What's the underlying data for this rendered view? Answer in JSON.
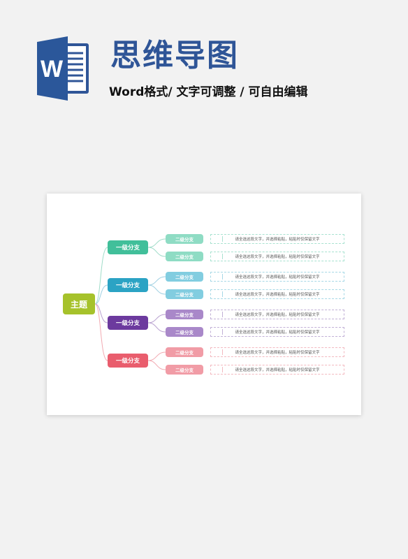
{
  "header": {
    "title": "思维导图",
    "subtitle": "Word格式/ 文字可调整 / 可自由编辑",
    "logo_letter": "W"
  },
  "colors": {
    "brand": "#2f5597",
    "root": "#a6c22b",
    "branch_green": "#41bf9a",
    "branch_teal": "#2ba3c4",
    "branch_purple": "#6c3a9e",
    "branch_red": "#e95d6d"
  },
  "mindmap": {
    "root_label": "主题",
    "branches": [
      {
        "label": "一级分支",
        "children": [
          {
            "label": "二级分支",
            "text": "请全选这段文字，并选择粘贴，粘贴时仅保留文字"
          },
          {
            "label": "二级分支",
            "text": "请全选这段文字，并选择粘贴，粘贴时仅保留文字"
          }
        ]
      },
      {
        "label": "一级分支",
        "children": [
          {
            "label": "二级分支",
            "text": "请全选这段文字，并选择粘贴，粘贴时仅保留文字"
          },
          {
            "label": "二级分支",
            "text": "请全选这段文字，并选择粘贴，粘贴时仅保留文字"
          }
        ]
      },
      {
        "label": "一级分支",
        "children": [
          {
            "label": "二级分支",
            "text": "请全选这段文字，并选择粘贴，粘贴时仅保留文字"
          },
          {
            "label": "二级分支",
            "text": "请全选这段文字，并选择粘贴，粘贴时仅保留文字"
          }
        ]
      },
      {
        "label": "一级分支",
        "children": [
          {
            "label": "二级分支",
            "text": "请全选这段文字，并选择粘贴，粘贴时仅保留文字"
          },
          {
            "label": "二级分支",
            "text": "请全选这段文字，并选择粘贴，粘贴时仅保留文字"
          }
        ]
      }
    ]
  }
}
